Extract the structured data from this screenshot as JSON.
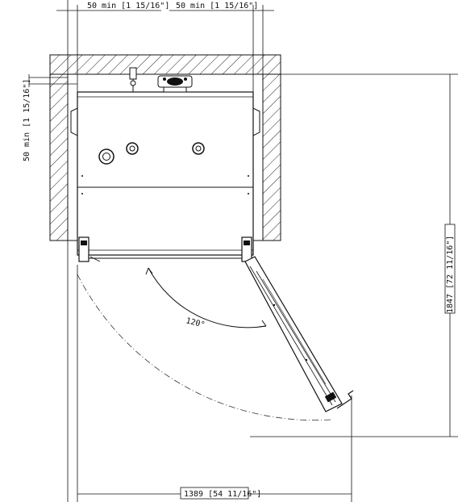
{
  "drawing": {
    "dim_top_left": "50 min [1 15/16\"]",
    "dim_top_right": "50 min [1 15/16\"]",
    "dim_left": "50 min [1 15/16\"]",
    "dim_right": "1847 [72 11/16\"]",
    "dim_bottom": "1389 [54 11/16\"]",
    "angle": "120°"
  }
}
